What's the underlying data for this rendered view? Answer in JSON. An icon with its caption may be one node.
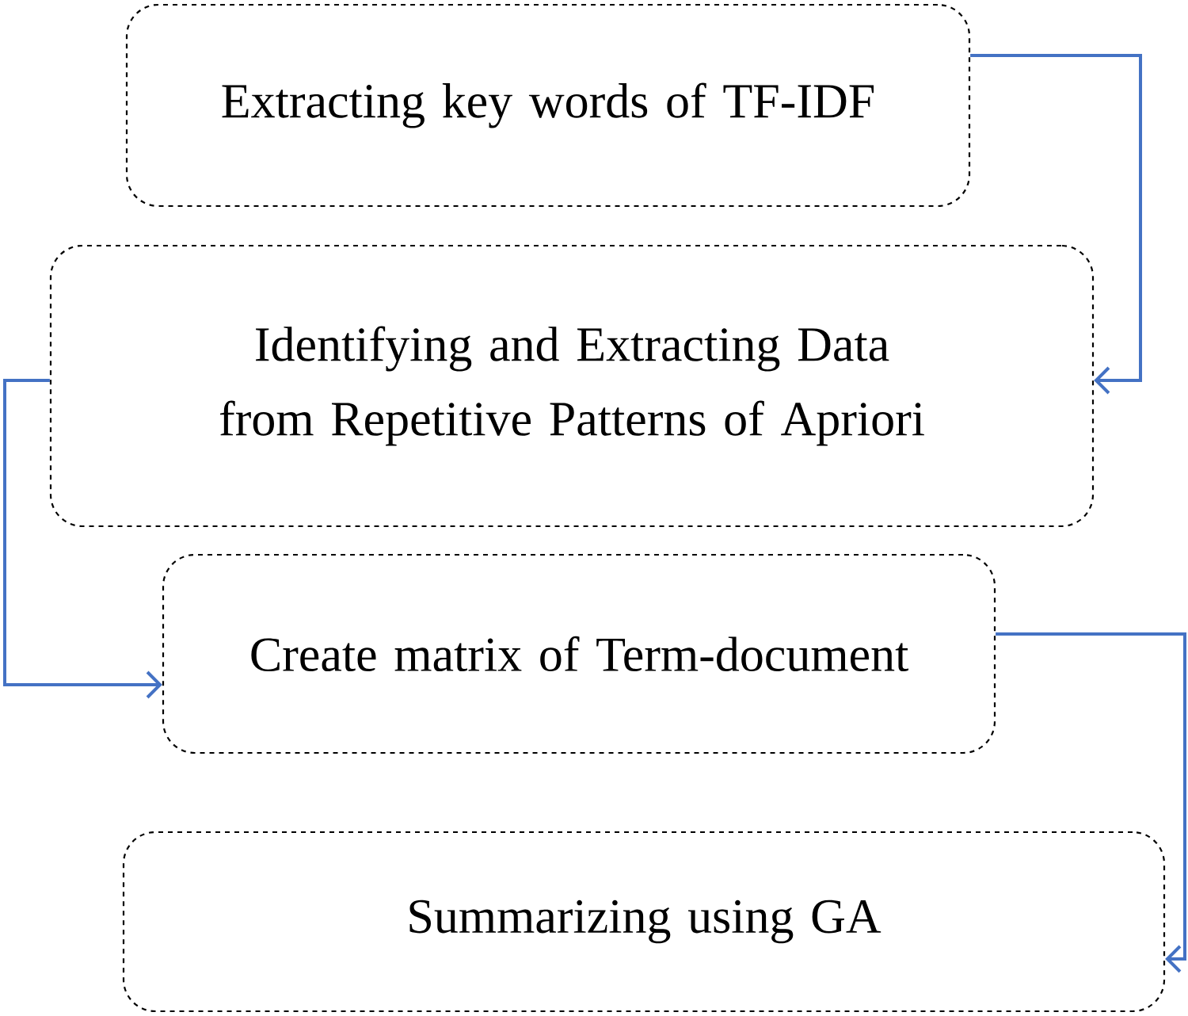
{
  "diagram": {
    "nodes": [
      {
        "text": [
          "Extracting key words of TF-IDF"
        ]
      },
      {
        "text": [
          "Identifying and Extracting Data from Repetitive Patterns of Apriori"
        ]
      },
      {
        "text": [
          "Create matrix of Term-document"
        ]
      },
      {
        "text": [
          "Summarizing using GA"
        ]
      }
    ],
    "edges": [
      {
        "from": 0,
        "to": 1,
        "arrow": "to"
      },
      {
        "from": 1,
        "to": 2,
        "arrow": "to"
      },
      {
        "from": 2,
        "to": 3,
        "arrow": "to"
      }
    ]
  }
}
